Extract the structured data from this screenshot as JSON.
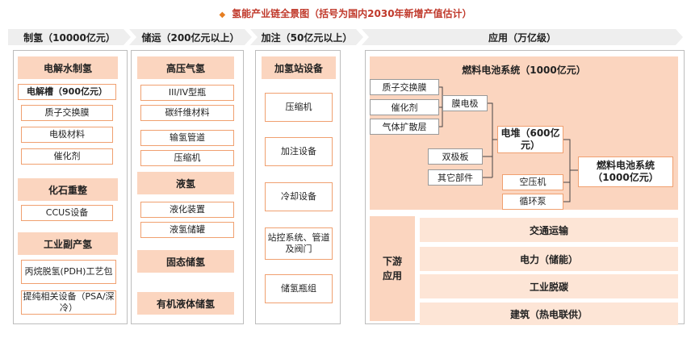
{
  "title": "氢能产业链全景图（括号为国内2030年新增产值估计）",
  "headers": {
    "h1": "制氢（10000亿元）",
    "h2": "储运（200亿元以上）",
    "h3": "加注（50亿元以上）",
    "h4": "应用（万亿级）"
  },
  "production": {
    "electrolysis": "电解水制氢",
    "electrolyzer": "电解槽（900亿元）",
    "pem": "质子交换膜",
    "electrode": "电极材料",
    "catalyst": "催化剂",
    "fossil": "化石重整",
    "ccus": "CCUS设备",
    "byproduct": "工业副产氢",
    "pdh": "丙烷脱氢(PDH)工艺包",
    "purification": "提纯相关设备（PSA/深冷）"
  },
  "storage": {
    "high_pressure": "高压气氢",
    "tank": "III/IV型瓶",
    "carbon_fiber": "碳纤维材料",
    "pipeline": "输氢管道",
    "compressor": "压缩机",
    "liquid": "液氢",
    "liquefaction": "液化装置",
    "liquid_tank": "液氢储罐",
    "solid": "固态储氢",
    "organic": "有机液体储氢"
  },
  "refueling": {
    "station": "加氢站设备",
    "compressor": "压缩机",
    "dispenser": "加注设备",
    "cooling": "冷却设备",
    "control": "站控系统、管道及阀门",
    "bottle_group": "储氢瓶组"
  },
  "application": {
    "fc_system_header": "燃料电池系统（1000亿元）",
    "pem": "质子交换膜",
    "catalyst": "催化剂",
    "gdl": "气体扩散层",
    "mea": "膜电极",
    "bipolar": "双极板",
    "others": "其它部件",
    "stack": "电堆（600亿元）",
    "air_compressor": "空压机",
    "pump": "循环泵",
    "fc_system_box": "燃料电池系统（1000亿元）",
    "downstream": "下游应用",
    "transport": "交通运输",
    "power": "电力（储能）",
    "industry": "工业脱碳",
    "building": "建筑（热电联供）"
  }
}
